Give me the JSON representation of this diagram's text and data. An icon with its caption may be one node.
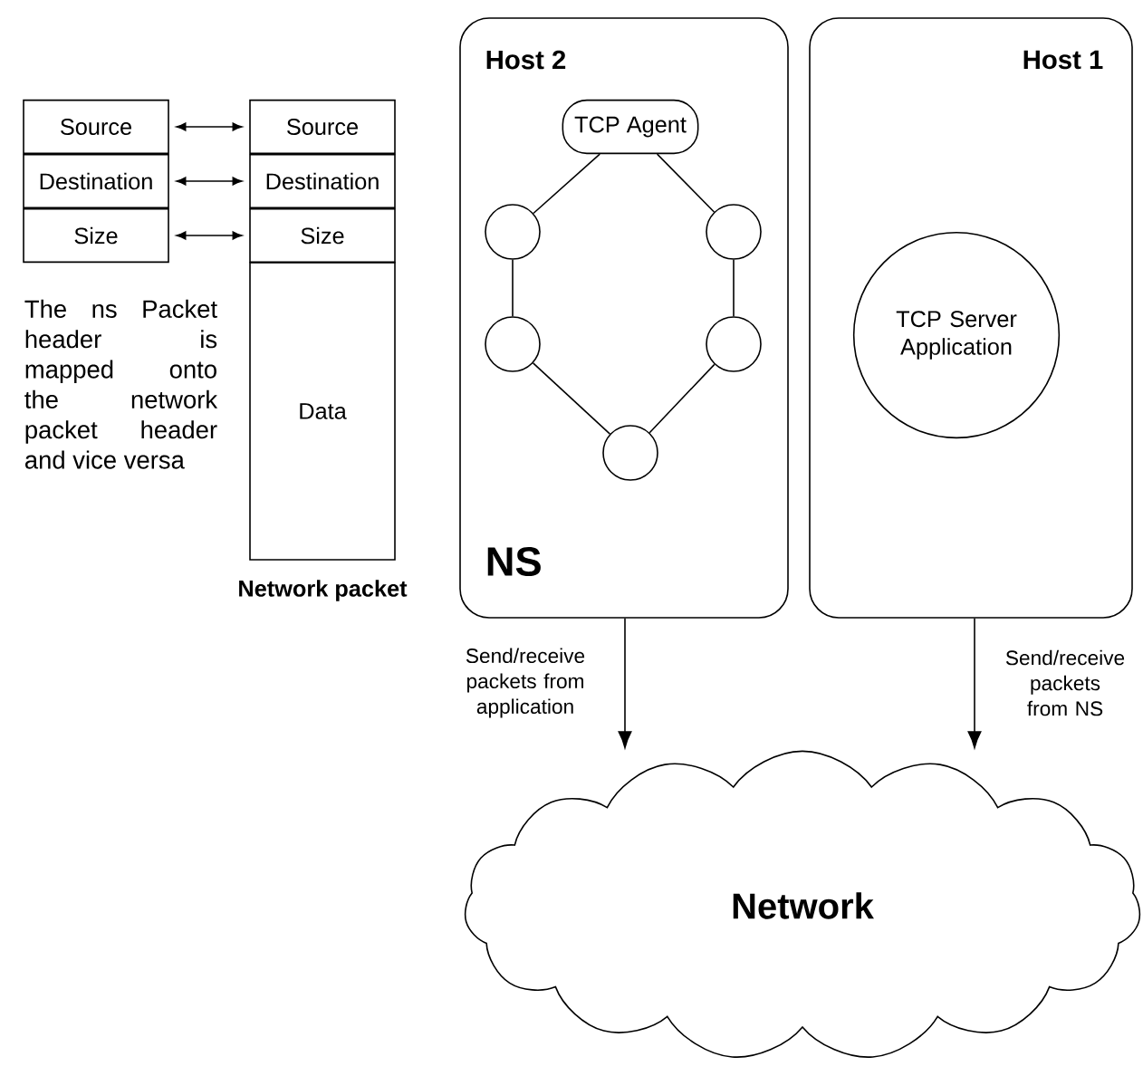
{
  "diagram": {
    "nodes": [
      {
        "text": [
          "Source"
        ]
      },
      {
        "text": [
          "Destination"
        ]
      },
      {
        "text": [
          "Size"
        ]
      },
      {
        "text": [
          "Source"
        ]
      },
      {
        "text": [
          "Destination"
        ]
      },
      {
        "text": [
          "Size"
        ]
      },
      {
        "text": [
          "Data"
        ],
        "beside": [
          "Network packet"
        ]
      },
      {
        "text": [
          "Host 2",
          "NS"
        ]
      },
      {
        "text": [
          "TCP Agent"
        ],
        "in": 7
      },
      {
        "text": [],
        "shape": "circle",
        "in": 7
      },
      {
        "text": [],
        "shape": "circle",
        "in": 7
      },
      {
        "text": [],
        "shape": "circle",
        "in": 7
      },
      {
        "text": [],
        "shape": "circle",
        "in": 7
      },
      {
        "text": [],
        "shape": "circle",
        "in": 7
      },
      {
        "text": [
          "Host 1"
        ]
      },
      {
        "text": [
          "TCP Server Application"
        ],
        "in": 14
      },
      {
        "text": [
          "Network"
        ]
      }
    ],
    "edges": [
      {
        "from": 0,
        "to": 3,
        "arrow": "both"
      },
      {
        "from": 1,
        "to": 4,
        "arrow": "both"
      },
      {
        "from": 2,
        "to": 5,
        "arrow": "both"
      },
      {
        "from": 8,
        "to": 9,
        "arrow": "none"
      },
      {
        "from": 9,
        "to": 10,
        "arrow": "none"
      },
      {
        "from": 10,
        "to": 11,
        "arrow": "none"
      },
      {
        "from": 11,
        "to": 13,
        "arrow": "none"
      },
      {
        "from": 13,
        "to": 12,
        "arrow": "none"
      },
      {
        "from": 12,
        "to": 8,
        "arrow": "none"
      },
      {
        "from": 7,
        "to": 16,
        "arrow": "to",
        "label": "Send/receive packets from application"
      },
      {
        "from": 14,
        "to": 16,
        "arrow": "to",
        "label": "Send/receive packets from NS"
      }
    ],
    "labels": [
      "The ns Packet header is mapped onto the network packet header and vice versa"
    ]
  }
}
